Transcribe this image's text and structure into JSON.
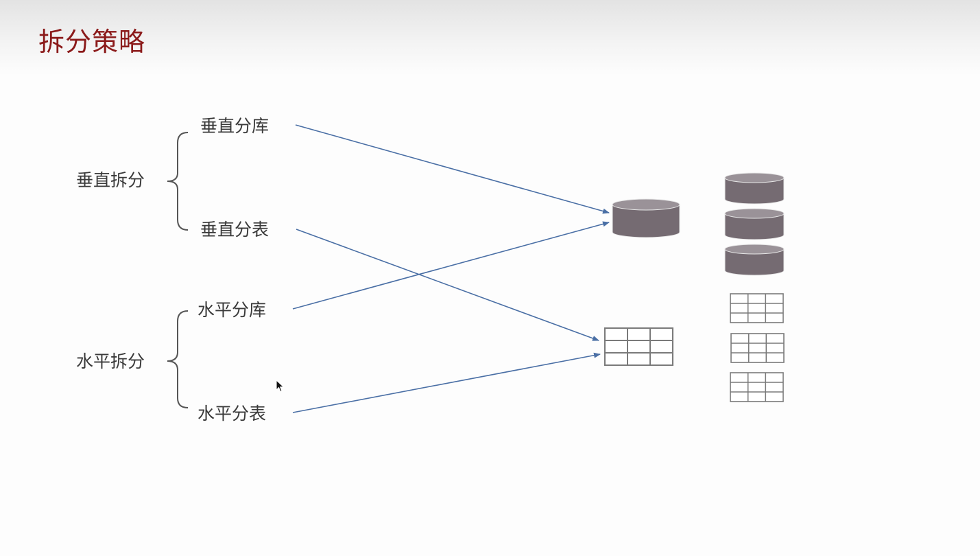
{
  "title": "拆分策略",
  "groups": {
    "vertical": {
      "label": "垂直拆分",
      "items": [
        "垂直分库",
        "垂直分表"
      ]
    },
    "horizontal": {
      "label": "水平拆分",
      "items": [
        "水平分库",
        "水平分表"
      ]
    }
  },
  "targets": {
    "database": "database-icon",
    "table": "table-icon",
    "database_stack": "database-stack-icon",
    "table_stack": "table-stack-icon"
  },
  "colors": {
    "title": "#8b1a1a",
    "arrow": "#4a6fa5",
    "database": "#756b72",
    "table_grid": "#7a7a7a",
    "text": "#3a3a3a"
  }
}
